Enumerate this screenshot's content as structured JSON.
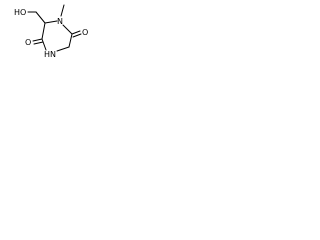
{
  "structure": {
    "atoms": {
      "hydroxyl": "HO",
      "n_methyl": "N",
      "n_amide": "HN",
      "o_left": "O",
      "o_right": "O"
    }
  },
  "colors": {
    "ink": "#000000",
    "background": "#ffffff"
  }
}
